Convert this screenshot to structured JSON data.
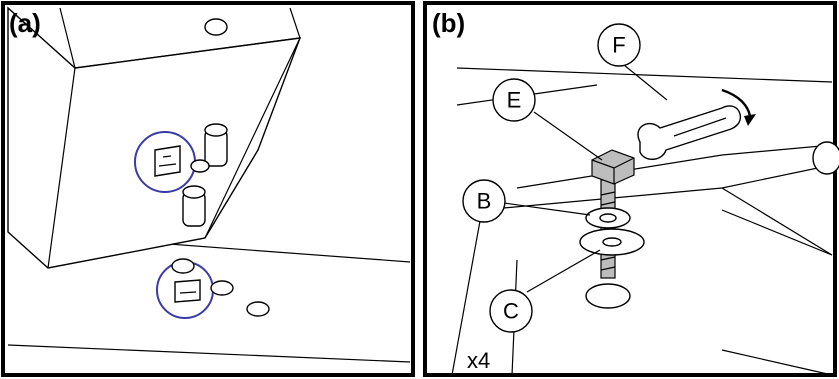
{
  "panel_a": {
    "label": "(a)"
  },
  "panel_b": {
    "label": "(b)",
    "callouts": [
      "F",
      "E",
      "B",
      "C"
    ],
    "multiplier": "x4"
  },
  "colors": {
    "frame": "#000000",
    "marker_ring": "#3a3aa8",
    "hardware": "#bdbdbd"
  }
}
